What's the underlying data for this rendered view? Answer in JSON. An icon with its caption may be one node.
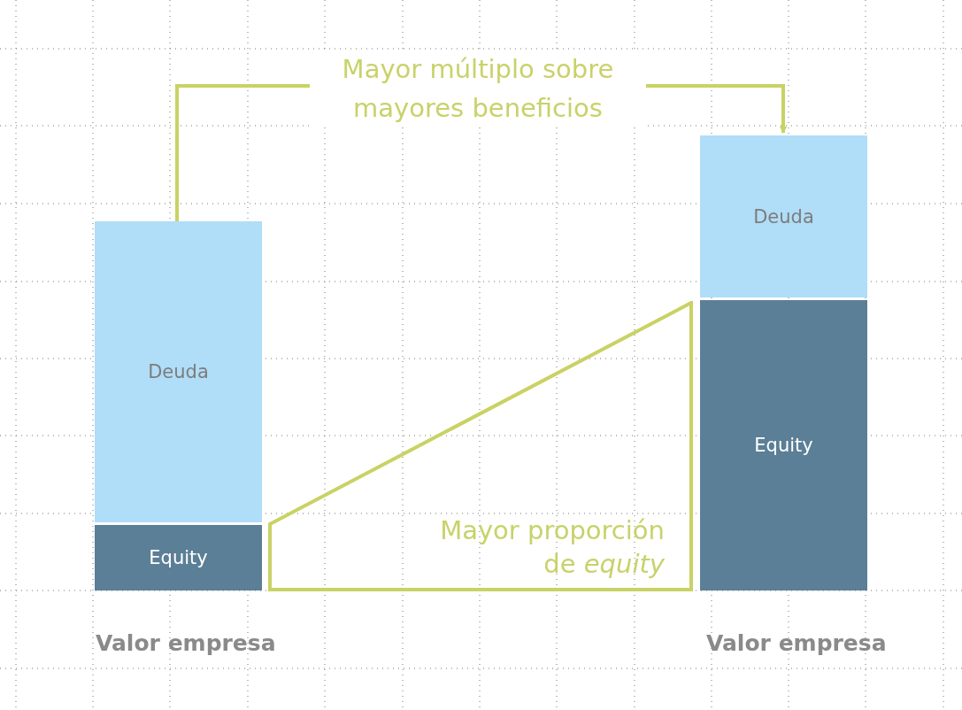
{
  "diagram": {
    "nodes": [
      {
        "text": [
          "Deuda"
        ]
      },
      {
        "text": [
          "Equity"
        ]
      },
      {
        "text": [
          "Mayor proporción de *equity*"
        ]
      },
      {
        "text": [
          "Deuda"
        ]
      },
      {
        "text": [
          "Equity"
        ]
      }
    ],
    "edges": [
      {
        "from": 0,
        "to": 3,
        "arrow": "to",
        "label": "Mayor múltiplo sobre mayores beneficios"
      }
    ],
    "labels": [
      "Valor empresa",
      "Valor empresa"
    ]
  }
}
